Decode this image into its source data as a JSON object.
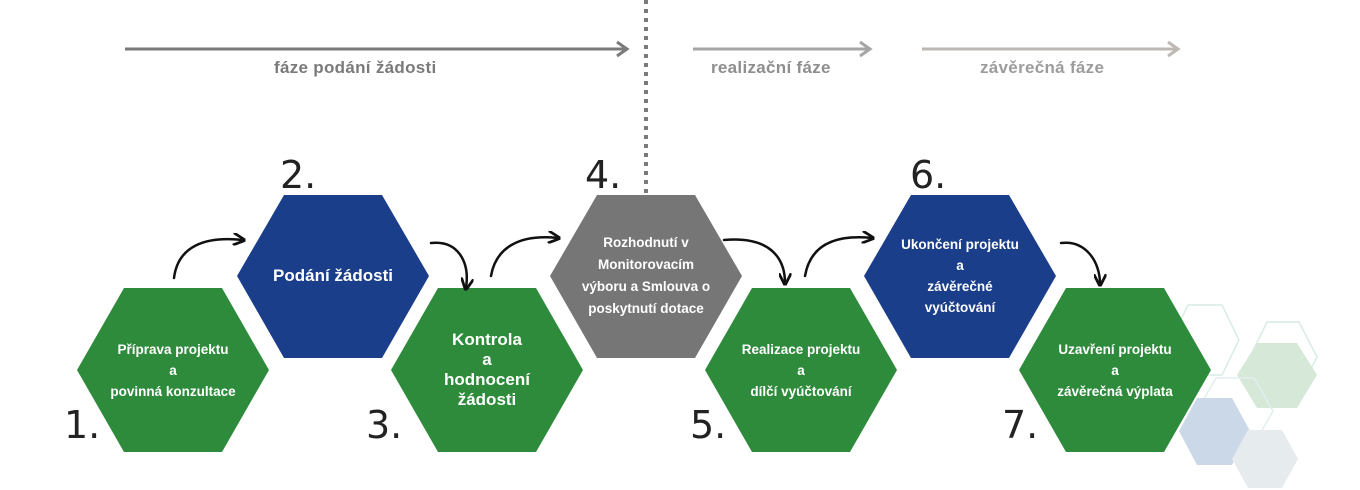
{
  "phases": [
    {
      "label": "fáze podání žádosti"
    },
    {
      "label": "realizační fáze"
    },
    {
      "label": "závěrečná fáze"
    }
  ],
  "colors": {
    "green": "#2e8b3c",
    "blue": "#1b3e8a",
    "gray": "#767676",
    "arrow_phase_1": "#7a7a7a",
    "arrow_phase_2": "#a5a5a5",
    "arrow_phase_3": "#bdb8b3"
  },
  "steps": [
    {
      "number": "1.",
      "color": "green",
      "lines": [
        "Příprava projektu",
        "a",
        "povinná konzultace"
      ]
    },
    {
      "number": "2.",
      "color": "blue",
      "lines": [
        "Podání žádosti"
      ]
    },
    {
      "number": "3.",
      "color": "green",
      "lines": [
        "Kontrola",
        "a",
        "hodnocení",
        "žádosti"
      ]
    },
    {
      "number": "4.",
      "color": "gray",
      "lines": [
        "Rozhodnutí v",
        "Monitorovacím",
        "výboru a Smlouva o",
        "poskytnutí dotace"
      ]
    },
    {
      "number": "5.",
      "color": "green",
      "lines": [
        "Realizace projektu",
        "a",
        "dílčí vyúčtování"
      ]
    },
    {
      "number": "6.",
      "color": "blue",
      "lines": [
        "Ukončení projektu",
        "a",
        "závěrečné",
        "vyúčtování"
      ]
    },
    {
      "number": "7.",
      "color": "green",
      "lines": [
        "Uzavření projektu",
        "a",
        "závěrečná výplata"
      ]
    }
  ],
  "decoration": {
    "icon": "hexagon-pattern-icon"
  }
}
